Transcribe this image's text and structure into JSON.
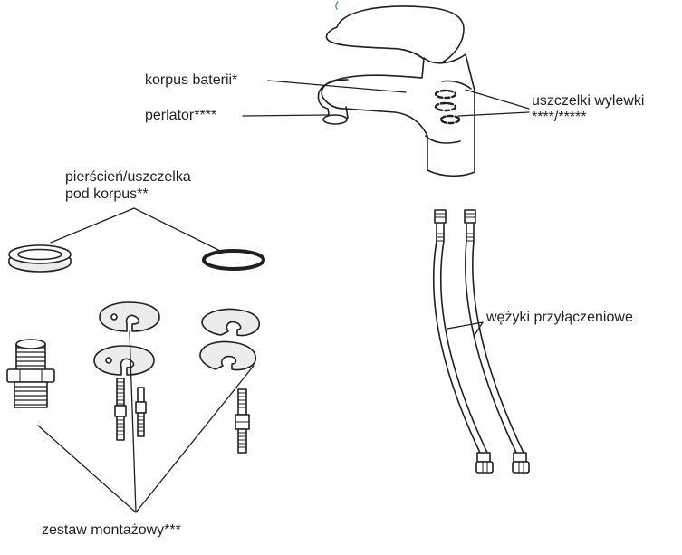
{
  "labels": {
    "body": "korpus baterii*",
    "aerator": "perlator****",
    "spout_seals_line1": "uszczelki wylewki",
    "spout_seals_line2": "****/*****",
    "ring_line1": "pierścień/uszczelka",
    "ring_line2": "pod korpus**",
    "hoses": "wężyki przyłączeniowe",
    "mounting_kit": "zestaw montażowy***"
  },
  "colors": {
    "line": "#231f20",
    "accent": "#2e9bd6",
    "light_fill": "#ececec",
    "white": "#ffffff"
  }
}
